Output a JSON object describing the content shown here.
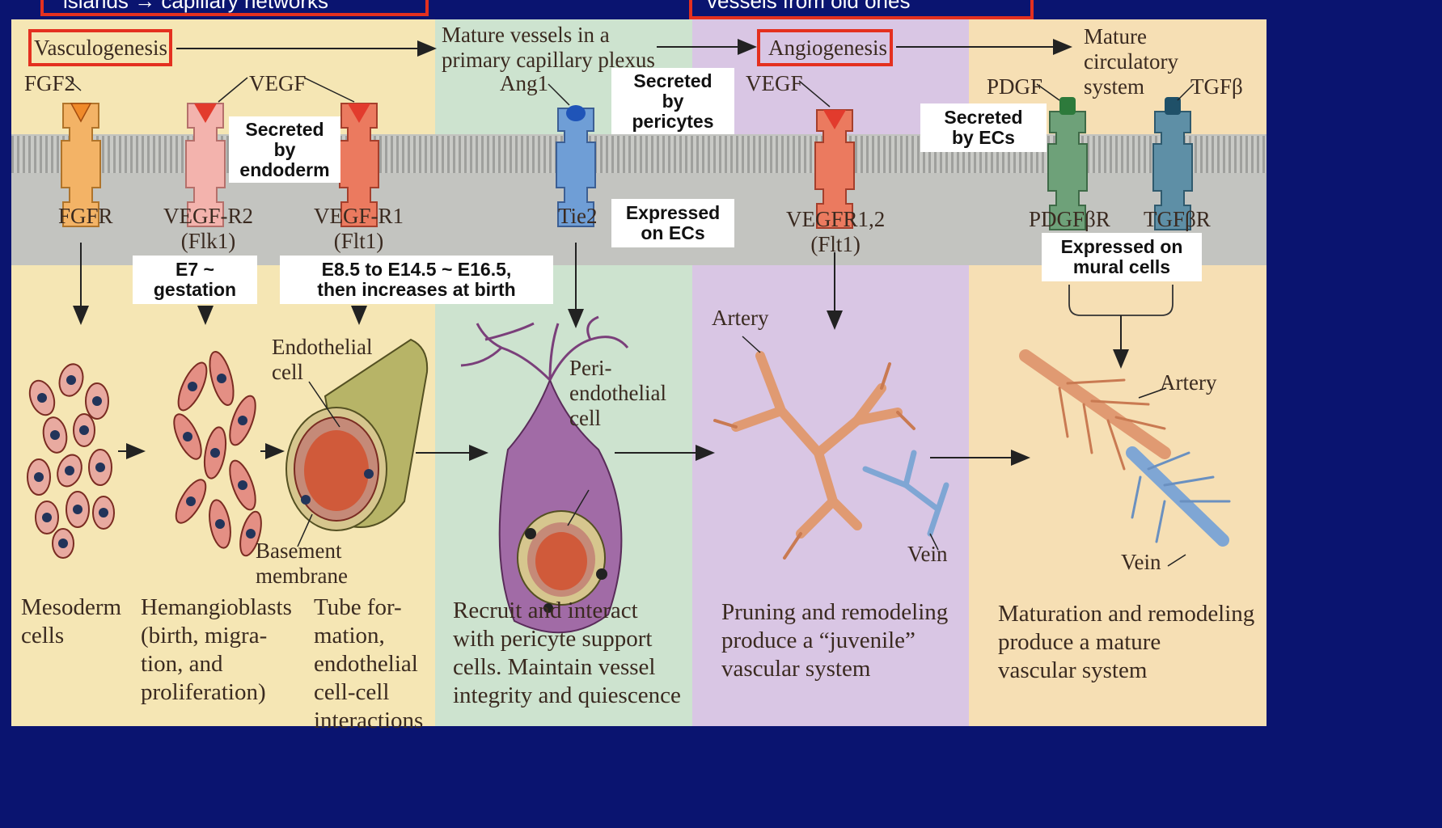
{
  "top_labels": {
    "left": "islands → capillary networks",
    "right": "vessels from old ones"
  },
  "stages": {
    "vasculogenesis": "Vasculogenesis",
    "mature_plexus": "Mature vessels in a\nprimary capillary plexus",
    "angiogenesis": "Angiogenesis",
    "mature_system": "Mature\ncirculatory\nsystem"
  },
  "ligands": {
    "fgf2": "FGF2",
    "vegf_left": "VEGF",
    "ang1": "Ang1",
    "vegf_right": "VEGF",
    "pdgf": "PDGF",
    "tgfb": "TGFβ"
  },
  "receptors": {
    "fgfr": "FGFR",
    "vegfr2": "VEGF-R2\n(Flk1)",
    "vegfr1": "VEGF-R1\n(Flt1)",
    "tie2": "Tie2",
    "vegfr12": "VEGFR1,2\n(Flt1)",
    "pdgfbr": "PDGFβR",
    "tgfbr": "TGFβR"
  },
  "annotations": {
    "secreted_endoderm": "Secreted\nby\nendoderm",
    "secreted_pericytes": "Secreted\nby\npericytes",
    "expressed_ecs": "Expressed\non ECs",
    "secreted_ecs": "Secreted\nby ECs",
    "expressed_mural": "Expressed on\nmural cells",
    "e7": "E7 ~\ngestation",
    "e85": "E8.5 to E14.5 ~ E16.5,\nthen increases at birth"
  },
  "cell_labels": {
    "endothelial_cell": "Endothelial\ncell",
    "basement_membrane": "Basement\nmembrane",
    "periendothelial": "Peri-\nendothelial\ncell",
    "artery1": "Artery",
    "vein1": "Vein",
    "artery2": "Artery",
    "vein2": "Vein"
  },
  "captions": {
    "mesoderm": "Mesoderm\ncells",
    "hemangioblasts": "Hemangioblasts\n(birth, migra-\ntion, and\nproliferation)",
    "tube": "Tube for-\nmation,\nendothelial\ncell-cell\ninteractions",
    "recruit": "Recruit and interact\nwith pericyte support\ncells.  Maintain vessel\nintegrity and quiescence",
    "pruning": "Pruning and remodeling\nproduce a “juvenile”\nvascular system",
    "maturation": "Maturation and remodeling\nproduce a mature\nvascular system"
  },
  "colors": {
    "bg_navy": "#0a1470",
    "panel_yellow": "#f5e6b4",
    "panel_green": "#cde3cf",
    "panel_purple": "#d9c6e4",
    "panel_peach": "#f6dfb4",
    "membrane_grey": "#b9bbb9",
    "highlight_red": "#e4301f"
  }
}
